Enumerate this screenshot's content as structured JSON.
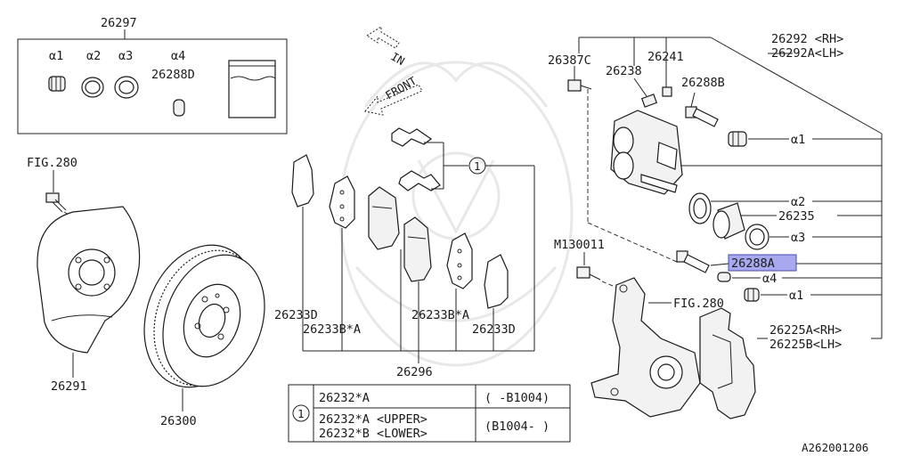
{
  "diagram": {
    "kit_box": {
      "number": "26297",
      "items": [
        "α1",
        "α2",
        "α3",
        "α4"
      ],
      "sub_number": "26288D"
    },
    "labels": {
      "fig280_top": "FIG.280",
      "dust_shield": "26291",
      "rotor": "26300",
      "pad_group": "26296",
      "pad_d_left": "26233D",
      "pad_b_left": "26233B*A",
      "pad_b_right": "26233B*A",
      "pad_d_right": "26233D",
      "circle_ref": "1",
      "in_arrow": "IN",
      "front_arrow": "FRONT",
      "bolt_c": "26387C",
      "bleeder": "26238",
      "cap": "26241",
      "pin_b": "26288B",
      "caliper_rh": "26292 <RH>",
      "caliper_lh": "26292A<LH>",
      "alpha1_top": "α1",
      "alpha2": "α2",
      "piston": "26235",
      "alpha3": "α3",
      "bolt_m": "M130011",
      "pin_a": "26288A",
      "alpha4": "α4",
      "alpha1_bottom": "α1",
      "fig280_knuckle": "FIG.280",
      "support_rh": "26225A<RH>",
      "support_lh": "26225B<LH>",
      "diagram_code": "A262001206"
    },
    "table": {
      "ref": "1",
      "rows": [
        {
          "part": "26232*A",
          "range": "( -B1004)"
        },
        {
          "part": "26232*A <UPPER>\n26232*B <LOWER>",
          "range": "(B1004- )"
        }
      ],
      "row1_part": "26232*A",
      "row1_range": "( -B1004)",
      "row2_part_a": "26232*A <UPPER>",
      "row2_part_b": "26232*B <LOWER>",
      "row2_range": "(B1004- )"
    }
  }
}
